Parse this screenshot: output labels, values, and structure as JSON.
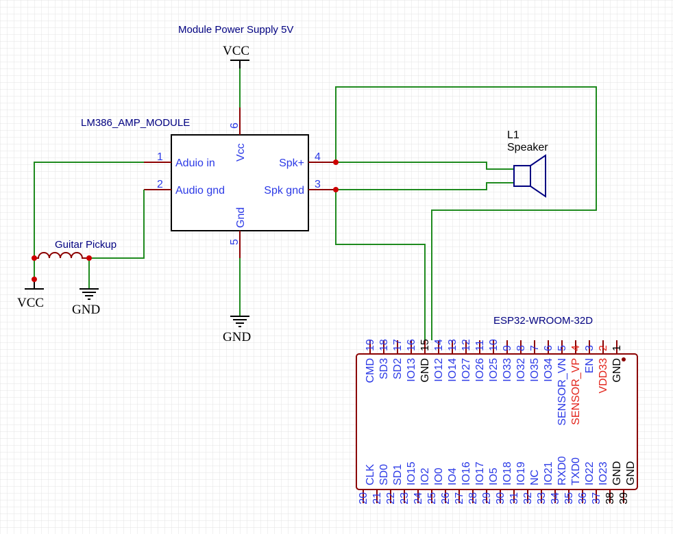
{
  "title": "Module Power Supply 5V",
  "amp": {
    "name": "LM386_AMP_MODULE",
    "pins": {
      "in": {
        "num": "1",
        "label": "Aduio in"
      },
      "gnd": {
        "num": "2",
        "label": "Audio gnd"
      },
      "spk_pos": {
        "num": "4",
        "label": "Spk+"
      },
      "spk_gnd": {
        "num": "3",
        "label": "Spk gnd"
      },
      "vcc": {
        "num": "6",
        "label": "Vcc"
      },
      "gnd_bottom": {
        "num": "5",
        "label": "Gnd"
      }
    }
  },
  "power": {
    "vcc_label": "VCC",
    "gnd_label": "GND"
  },
  "pickup": {
    "name": "Guitar Pickup"
  },
  "speaker": {
    "ref": "L1",
    "name": "Speaker"
  },
  "esp": {
    "name": "ESP32-WROOM-32D",
    "top_pins": [
      {
        "num": "19",
        "label": "CMD",
        "color": "blue"
      },
      {
        "num": "18",
        "label": "SD3",
        "color": "blue"
      },
      {
        "num": "17",
        "label": "SD2",
        "color": "blue"
      },
      {
        "num": "16",
        "label": "IO13",
        "color": "blue"
      },
      {
        "num": "15",
        "label": "GND",
        "color": "black"
      },
      {
        "num": "14",
        "label": "IO12",
        "color": "blue"
      },
      {
        "num": "13",
        "label": "IO14",
        "color": "blue"
      },
      {
        "num": "12",
        "label": "IO27",
        "color": "blue"
      },
      {
        "num": "11",
        "label": "IO26",
        "color": "blue"
      },
      {
        "num": "10",
        "label": "IO25",
        "color": "blue"
      },
      {
        "num": "9",
        "label": "IO33",
        "color": "blue"
      },
      {
        "num": "8",
        "label": "IO32",
        "color": "blue"
      },
      {
        "num": "7",
        "label": "IO35",
        "color": "blue"
      },
      {
        "num": "6",
        "label": "IO34",
        "color": "blue"
      },
      {
        "num": "5",
        "label": "SENSOR_VN",
        "color": "blue"
      },
      {
        "num": "4",
        "label": "SENSOR_VP",
        "color": "red"
      },
      {
        "num": "3",
        "label": "EN",
        "color": "blue"
      },
      {
        "num": "2",
        "label": "VDD33",
        "color": "red"
      },
      {
        "num": "1",
        "label": "GND",
        "color": "black"
      }
    ],
    "bottom_pins": [
      {
        "num": "20",
        "label": "CLK",
        "color": "blue"
      },
      {
        "num": "21",
        "label": "SD0",
        "color": "blue"
      },
      {
        "num": "22",
        "label": "SD1",
        "color": "blue"
      },
      {
        "num": "23",
        "label": "IO15",
        "color": "blue"
      },
      {
        "num": "24",
        "label": "IO2",
        "color": "blue"
      },
      {
        "num": "25",
        "label": "IO0",
        "color": "blue"
      },
      {
        "num": "26",
        "label": "IO4",
        "color": "blue"
      },
      {
        "num": "27",
        "label": "IO16",
        "color": "blue"
      },
      {
        "num": "28",
        "label": "IO17",
        "color": "blue"
      },
      {
        "num": "29",
        "label": "IO5",
        "color": "blue"
      },
      {
        "num": "30",
        "label": "IO18",
        "color": "blue"
      },
      {
        "num": "31",
        "label": "IO19",
        "color": "blue"
      },
      {
        "num": "32",
        "label": "NC",
        "color": "blue"
      },
      {
        "num": "33",
        "label": "IO21",
        "color": "blue"
      },
      {
        "num": "34",
        "label": "RXD0",
        "color": "blue"
      },
      {
        "num": "35",
        "label": "TXD0",
        "color": "blue"
      },
      {
        "num": "36",
        "label": "IO22",
        "color": "blue"
      },
      {
        "num": "37",
        "label": "IO23",
        "color": "blue"
      },
      {
        "num": "38",
        "label": "GND",
        "color": "black"
      },
      {
        "num": "39",
        "label": "GND",
        "color": "black"
      }
    ]
  }
}
